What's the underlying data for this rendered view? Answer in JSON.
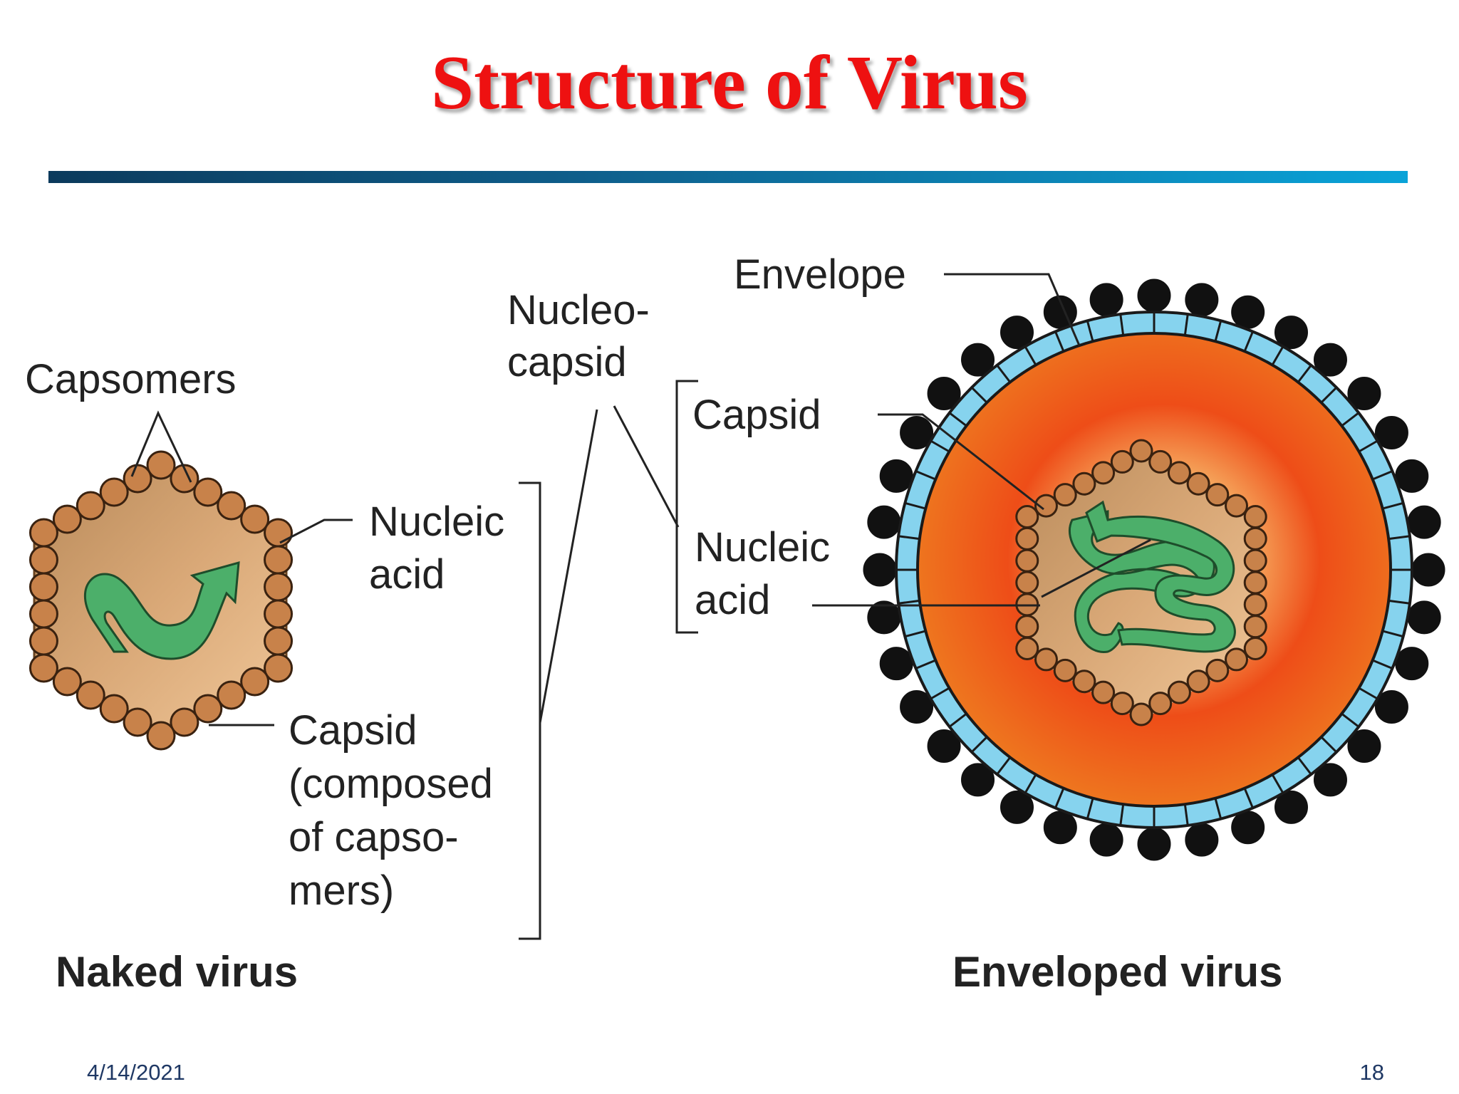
{
  "slide": {
    "title": "Structure of Virus",
    "date": "4/14/2021",
    "page_number": "18"
  },
  "diagram": {
    "naked_virus": {
      "caption": "Naked virus",
      "label_capsomers": "Capsomers",
      "label_nucleic_acid": [
        "Nucleic",
        "acid"
      ],
      "label_capsid": [
        "Capsid",
        "(composed",
        "of capso-",
        "mers)"
      ]
    },
    "middle": {
      "label_nucleocapsid": [
        "Nucleo-",
        "capsid"
      ],
      "label_capsid": "Capsid",
      "label_nucleic_acid": [
        "Nucleic",
        "acid"
      ]
    },
    "enveloped_virus": {
      "caption": "Enveloped virus",
      "label_envelope": "Envelope"
    },
    "colors": {
      "title": "#ee1111",
      "capsomer": "#c8824a",
      "capsid_interior": "#d9a36b",
      "nucleic_acid": "#4caf6a",
      "envelope": "#86d3ee",
      "envelope_interior": "#ef5a20",
      "spike": "#111111"
    }
  }
}
